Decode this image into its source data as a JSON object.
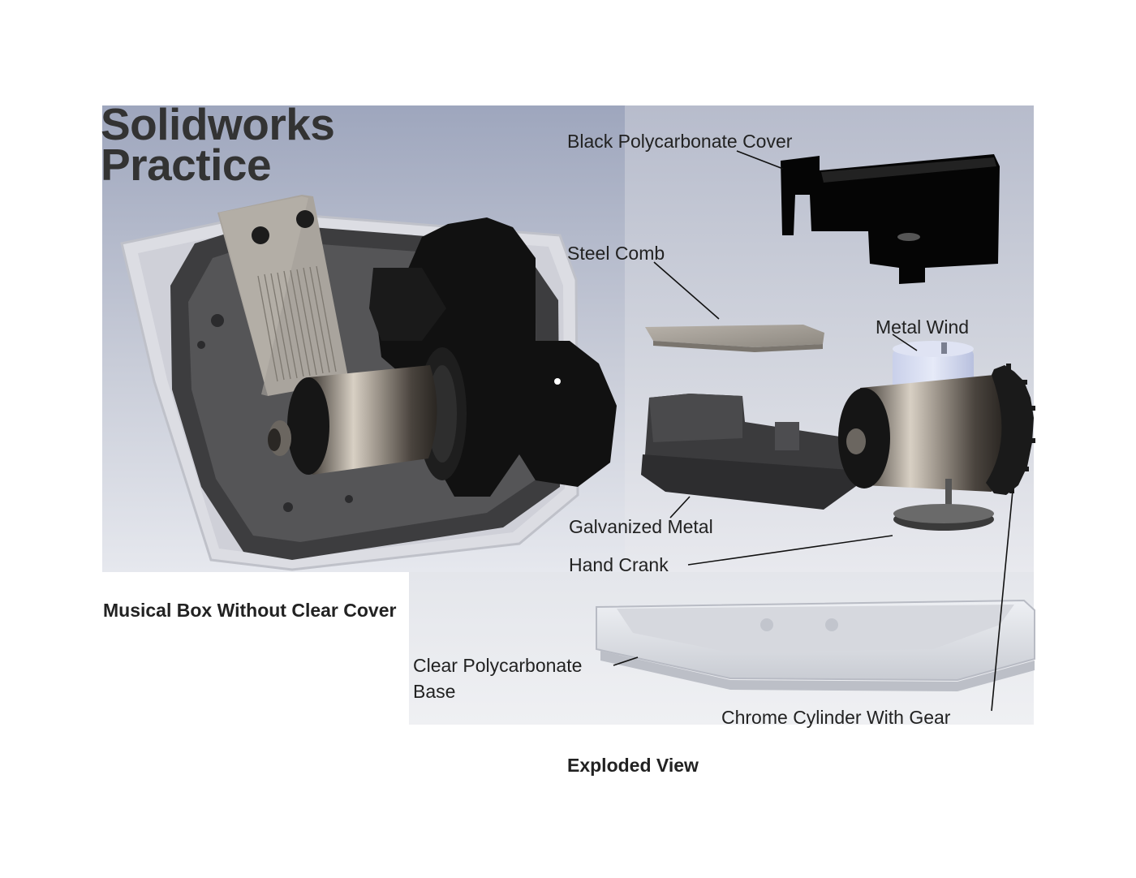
{
  "title": {
    "line1": "Solidworks",
    "line2": "Practice"
  },
  "captions": {
    "left": "Musical Box Without Clear Cover",
    "bottom": "Exploded View"
  },
  "callouts": {
    "cover": "Black Polycarbonate Cover",
    "comb": "Steel Comb",
    "wind": "Metal Wind",
    "metal": "Galvanized Metal",
    "crank": "Hand Crank",
    "base_line1": "Clear Polycarbonate",
    "base_line2": "Base",
    "cylinder": "Chrome Cylinder With Gear"
  }
}
